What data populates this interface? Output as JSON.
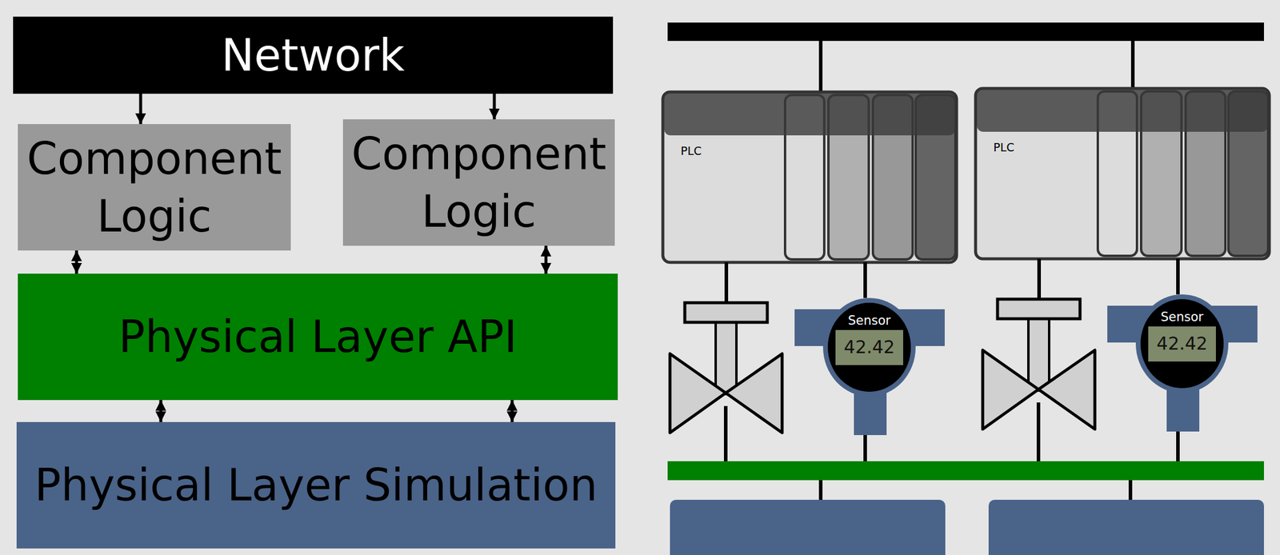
{
  "diagram": {
    "nodes": [
      {
        "text": [
          "Network"
        ]
      },
      {
        "text": [
          "Component Logic"
        ]
      },
      {
        "text": [
          "Component Logic"
        ]
      },
      {
        "text": [
          "Physical Layer API"
        ]
      },
      {
        "text": [
          "Physical Layer Simulation"
        ]
      },
      {
        "text": [
          "PLC"
        ]
      },
      {
        "text": [
          "Sensor",
          "42.42"
        ]
      },
      {
        "text": [
          "PLC"
        ]
      },
      {
        "text": [
          "Sensor",
          "42.42"
        ]
      }
    ],
    "edges": [
      {
        "from": 0,
        "to": 1,
        "arrow": "to"
      },
      {
        "from": 0,
        "to": 2,
        "arrow": "to"
      },
      {
        "from": 1,
        "to": 3,
        "arrow": "both"
      },
      {
        "from": 2,
        "to": 3,
        "arrow": "both"
      },
      {
        "from": 3,
        "to": 4,
        "arrow": "both"
      },
      {
        "from": 3,
        "to": 4,
        "arrow": "both"
      },
      {
        "from": 5,
        "to": 6,
        "arrow": "none"
      },
      {
        "from": 7,
        "to": 8,
        "arrow": "none"
      }
    ]
  }
}
